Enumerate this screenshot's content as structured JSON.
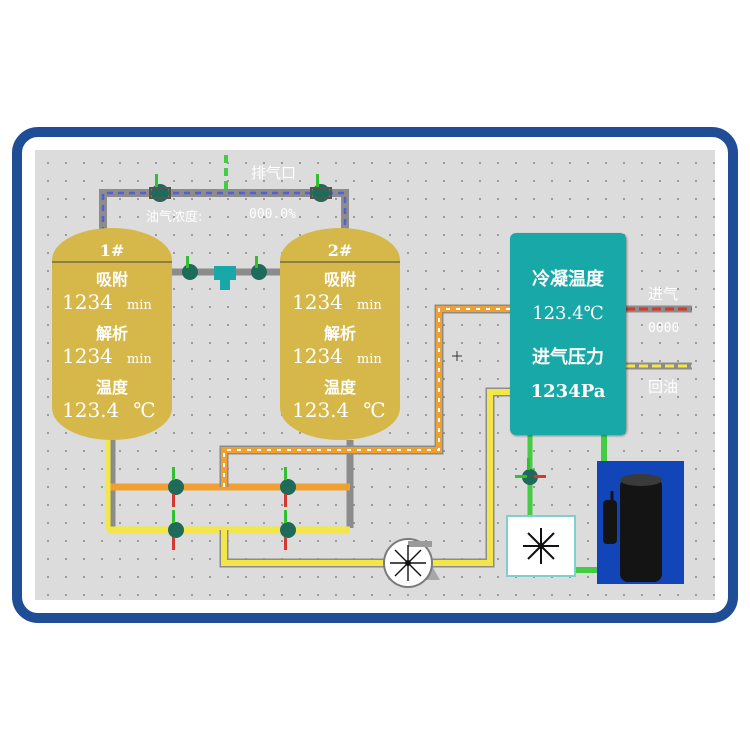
{
  "exhaust": {
    "label": "排气口"
  },
  "oil_concentration": {
    "label": "油气浓度:",
    "value": "000.0%"
  },
  "tank1": {
    "title": "1#",
    "adsorb_label": "吸附",
    "adsorb_value": "1234",
    "adsorb_unit": "min",
    "desorb_label": "解析",
    "desorb_value": "1234",
    "desorb_unit": "min",
    "temp_label": "温度",
    "temp_value": "123.4",
    "temp_unit": "℃"
  },
  "tank2": {
    "title": "2#",
    "adsorb_label": "吸附",
    "adsorb_value": "1234",
    "adsorb_unit": "min",
    "desorb_label": "解析",
    "desorb_value": "1234",
    "desorb_unit": "min",
    "temp_label": "温度",
    "temp_value": "123.4",
    "temp_unit": "℃"
  },
  "condenser": {
    "temp_label": "冷凝温度",
    "temp_value": "123.4℃",
    "pressure_label": "进气压力",
    "pressure_value": "1234Pa"
  },
  "inlet": {
    "label": "进气",
    "value": "0000"
  },
  "oil_return": {
    "label": "回油"
  },
  "colors": {
    "frame": "#1f4e96",
    "tank": "#d6b84a",
    "condenser": "#18a8a8",
    "compressor_bg": "#1145b8",
    "pipe_gray": "#8c8c8c",
    "pipe_orange": "#f0a030",
    "pipe_yellow": "#f2e64a",
    "pipe_blue": "#5060d8",
    "pipe_red": "#d03a30",
    "pipe_green": "#44cc44"
  }
}
